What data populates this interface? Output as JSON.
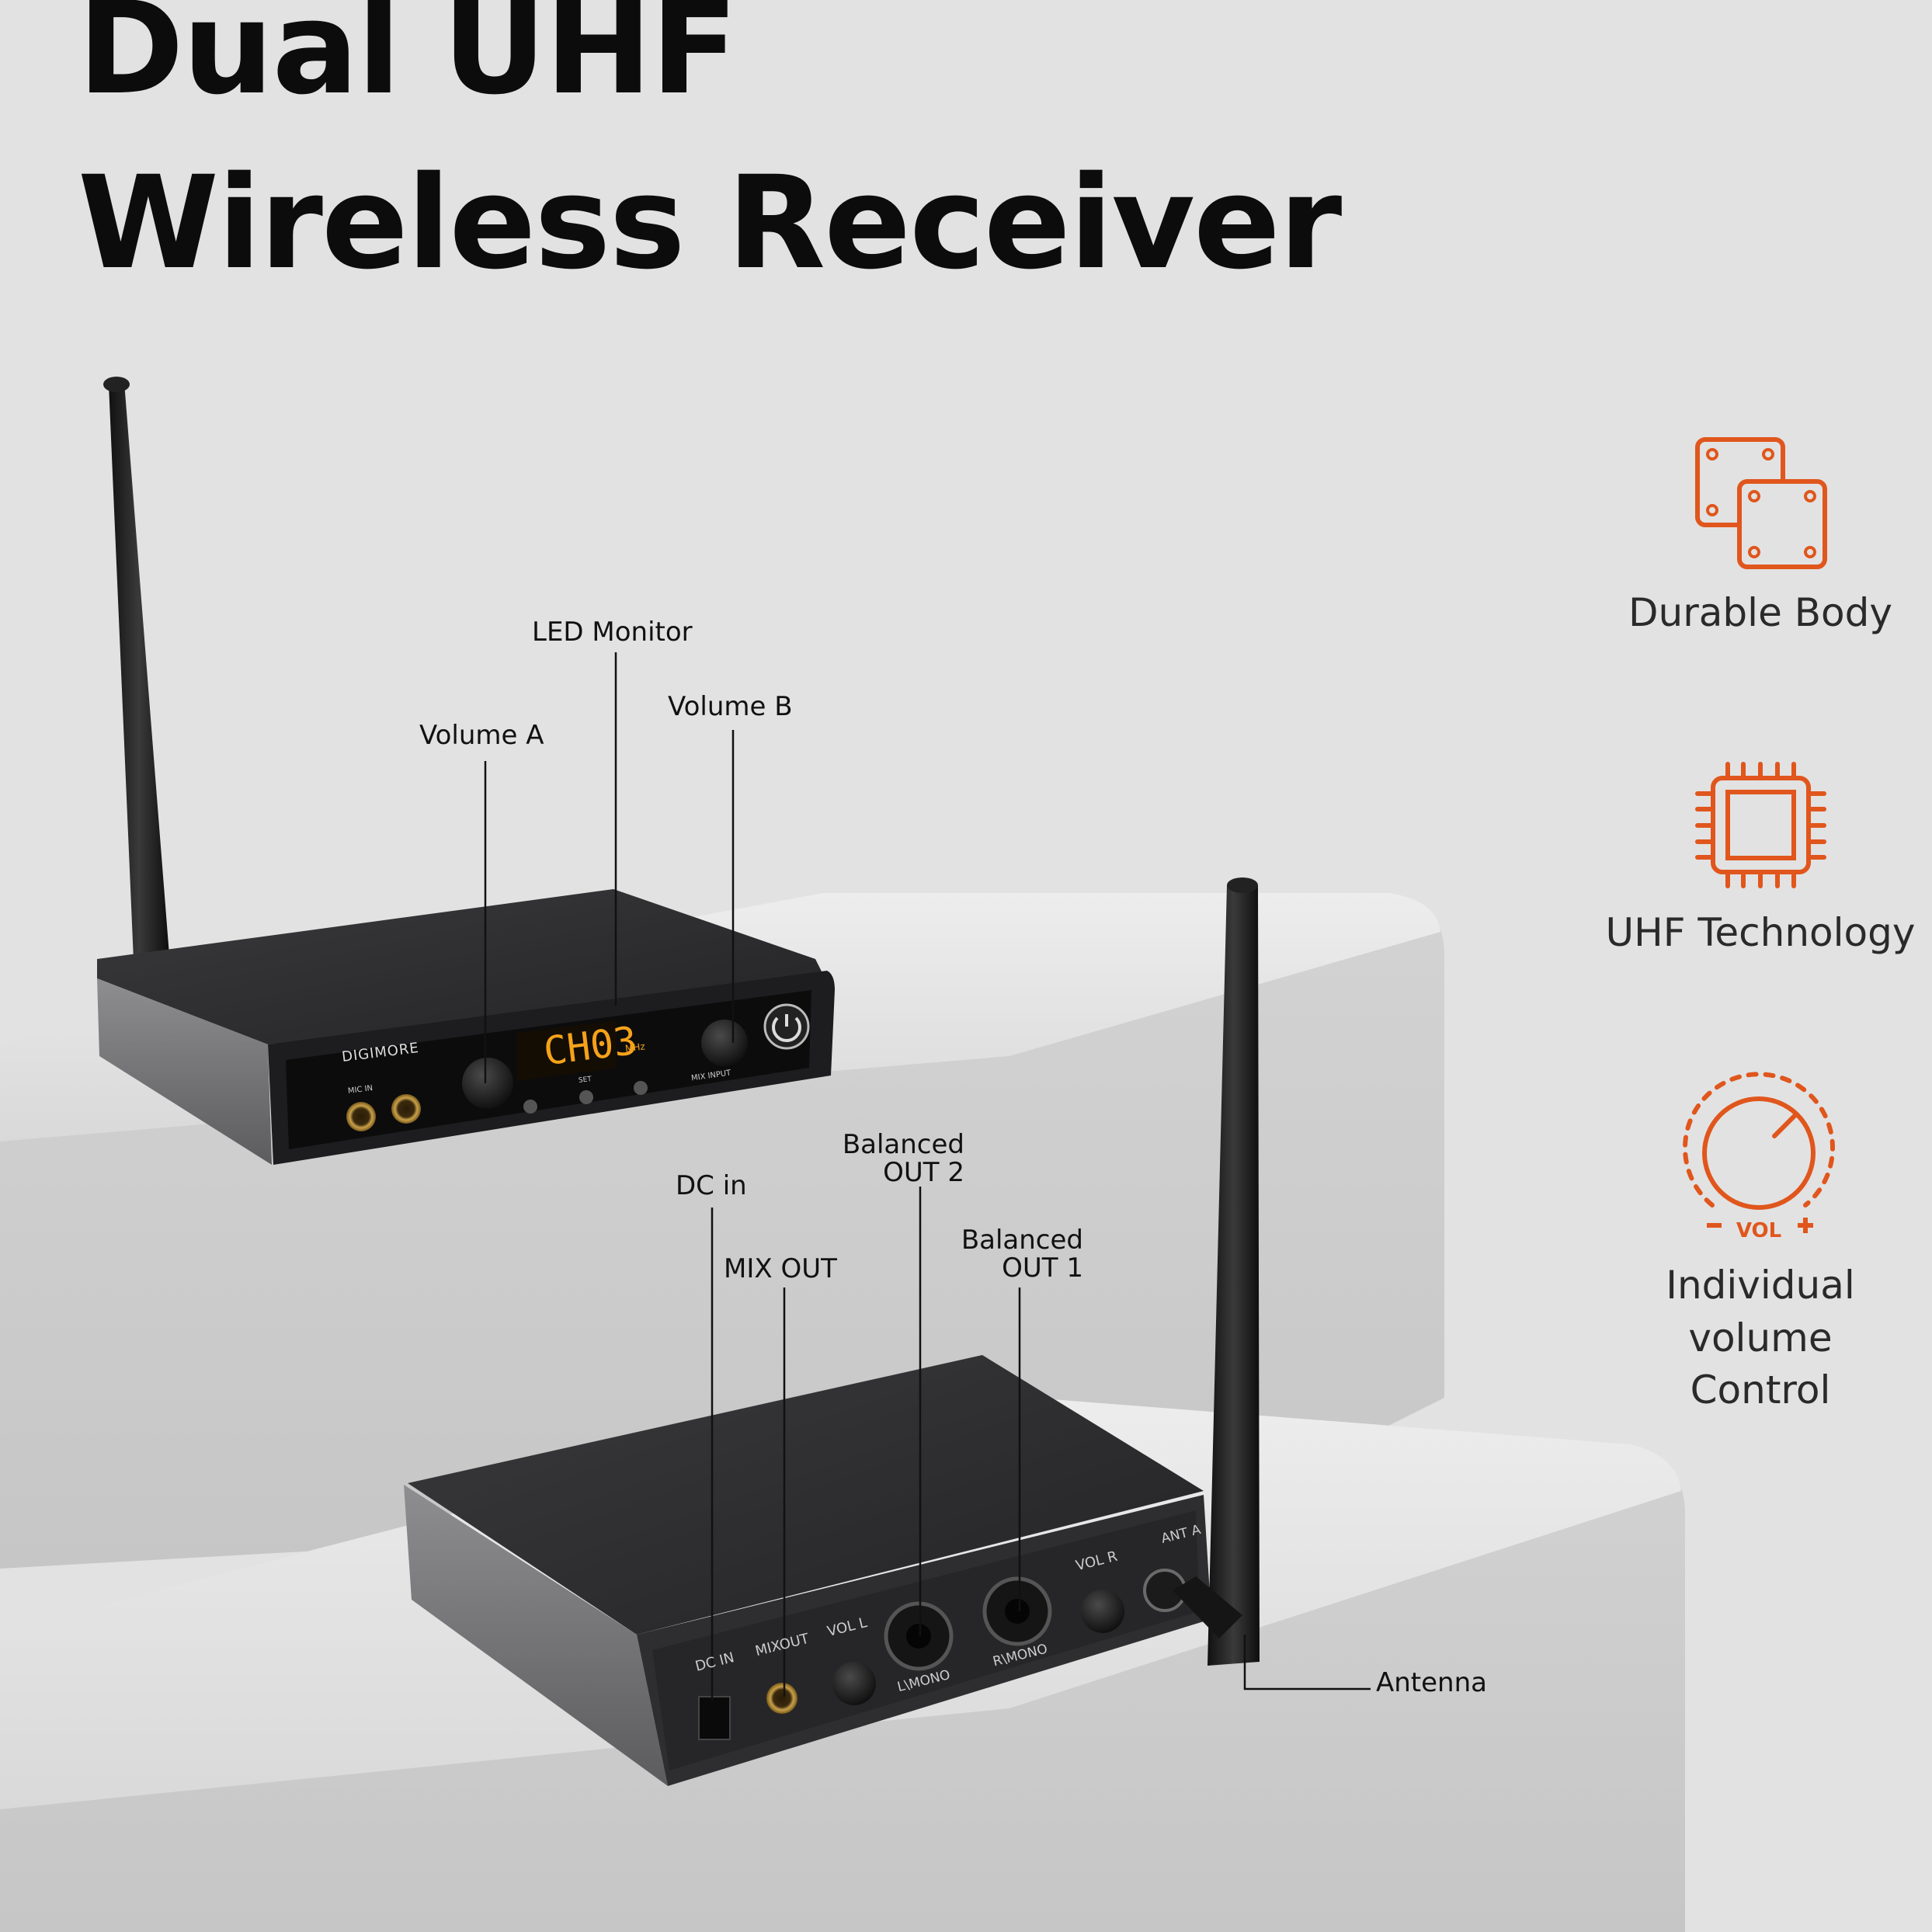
{
  "headline": {
    "line1": "Dual UHF",
    "line2": "Wireless Receiver"
  },
  "front_unit": {
    "brand": "DIGIMORE",
    "display_text": "CH03",
    "display_unit": "MHz",
    "panel_labels": {
      "mic_in": "MIC IN",
      "set": "SET",
      "mix_input": "MIX INPUT"
    }
  },
  "rear_unit": {
    "port_labels": {
      "dc_in": "DC IN",
      "mix_out": "MIXOUT",
      "vol_l": "VOL L",
      "l_mono": "L\\MONO",
      "r_mono": "R\\MONO",
      "vol_r": "VOL R",
      "ant_a": "ANT A"
    }
  },
  "callouts": {
    "led_monitor": "LED Monitor",
    "volume_a": "Volume A",
    "volume_b": "Volume B",
    "dc_in": "DC in",
    "mix_out": "MIX OUT",
    "balanced_out2_line1": "Balanced",
    "balanced_out2_line2": "OUT 2",
    "balanced_out1_line1": "Balanced",
    "balanced_out1_line2": "OUT 1",
    "antenna": "Antenna"
  },
  "features": [
    {
      "label": "Durable Body",
      "icon": "durable-body-icon"
    },
    {
      "label": "UHF Technology",
      "icon": "chip-icon"
    },
    {
      "label_line1": "Individual",
      "label_line2": "volume",
      "label_line3": "Control",
      "icon": "volume-knob-icon",
      "icon_text": "VOL"
    }
  ],
  "colors": {
    "accent": "#e0561c",
    "background": "#e2e2e2",
    "device_body": "#2b2b2d",
    "display_amber": "#f5a21a"
  }
}
